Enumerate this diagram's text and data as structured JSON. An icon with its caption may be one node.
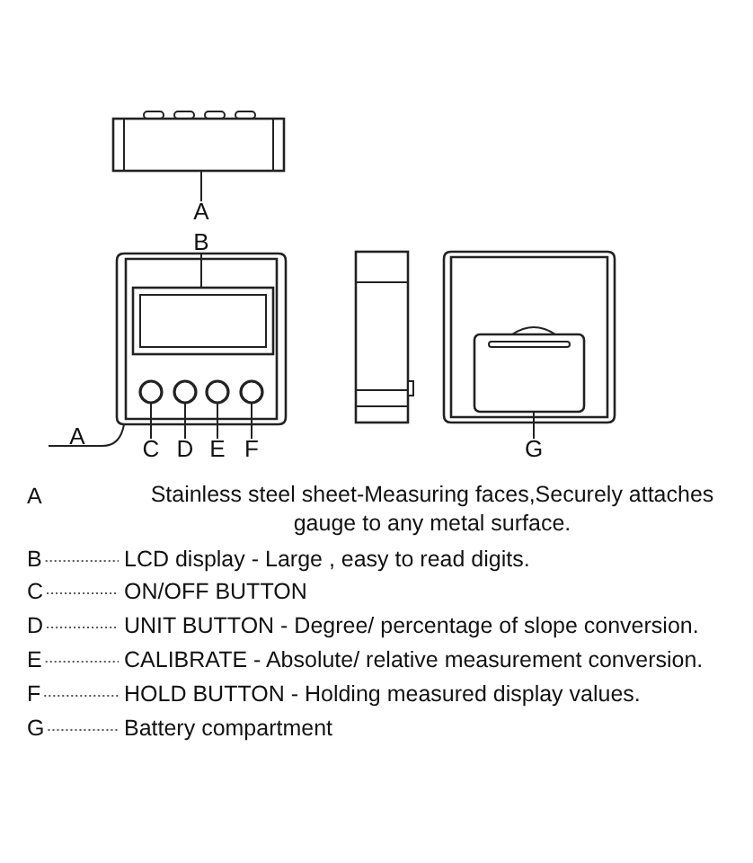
{
  "diagram": {
    "nodes": [
      {
        "text": [],
        "shape": "box"
      },
      {
        "text": [
          "A"
        ]
      },
      {
        "text": [
          "B"
        ]
      },
      {
        "text": [],
        "shape": "box"
      },
      {
        "text": [],
        "shape": "box",
        "in": 3
      },
      {
        "text": [],
        "shape": "circle",
        "in": 3
      },
      {
        "text": [],
        "shape": "circle",
        "in": 3
      },
      {
        "text": [],
        "shape": "circle",
        "in": 3
      },
      {
        "text": [],
        "shape": "circle",
        "in": 3
      },
      {
        "text": [],
        "shape": "box"
      },
      {
        "text": [
          "A"
        ]
      },
      {
        "text": [
          "C"
        ]
      },
      {
        "text": [
          "D"
        ]
      },
      {
        "text": [
          "E"
        ]
      },
      {
        "text": [
          "F"
        ]
      },
      {
        "text": [
          "G"
        ]
      },
      {
        "text": [
          "B"
        ]
      },
      {
        "text": [
          "LCD display - Large , easy to read digits."
        ]
      },
      {
        "text": [
          "C"
        ]
      },
      {
        "text": [
          "ON/OFF BUTTON"
        ]
      },
      {
        "text": [
          "D"
        ]
      },
      {
        "text": [
          "UNIT BUTTON - Degree/ percentage of slope conversion."
        ]
      },
      {
        "text": [
          "E"
        ]
      },
      {
        "text": [
          "CALIBRATE - Absolute/ relative measurement conversion."
        ]
      },
      {
        "text": [
          "F"
        ]
      },
      {
        "text": [
          "HOLD BUTTON - Holding measured display values."
        ]
      },
      {
        "text": [
          "G"
        ]
      },
      {
        "text": [
          "Battery compartment"
        ]
      }
    ],
    "edges": [
      {
        "from": 1,
        "to": 0,
        "arrow": "none"
      },
      {
        "from": 2,
        "to": 4,
        "arrow": "none"
      },
      {
        "from": 10,
        "to": 3,
        "arrow": "none"
      },
      {
        "from": 11,
        "to": 5,
        "arrow": "none"
      },
      {
        "from": 12,
        "to": 6,
        "arrow": "none"
      },
      {
        "from": 13,
        "to": 7,
        "arrow": "none"
      },
      {
        "from": 14,
        "to": 8,
        "arrow": "none"
      },
      {
        "from": 15,
        "to": 9,
        "arrow": "none"
      },
      {
        "from": 16,
        "to": 17,
        "arrow": "none",
        "style": "dashed"
      },
      {
        "from": 18,
        "to": 19,
        "arrow": "none",
        "style": "dashed"
      },
      {
        "from": 20,
        "to": 21,
        "arrow": "none",
        "style": "dashed"
      },
      {
        "from": 22,
        "to": 23,
        "arrow": "none",
        "style": "dashed"
      },
      {
        "from": 24,
        "to": 25,
        "arrow": "none",
        "style": "dashed"
      },
      {
        "from": 26,
        "to": 27,
        "arrow": "none",
        "style": "dashed"
      }
    ],
    "labels": [
      "A",
      "Stainless steel sheet-Measuring faces,Securely attaches gauge to any metal surface."
    ]
  }
}
